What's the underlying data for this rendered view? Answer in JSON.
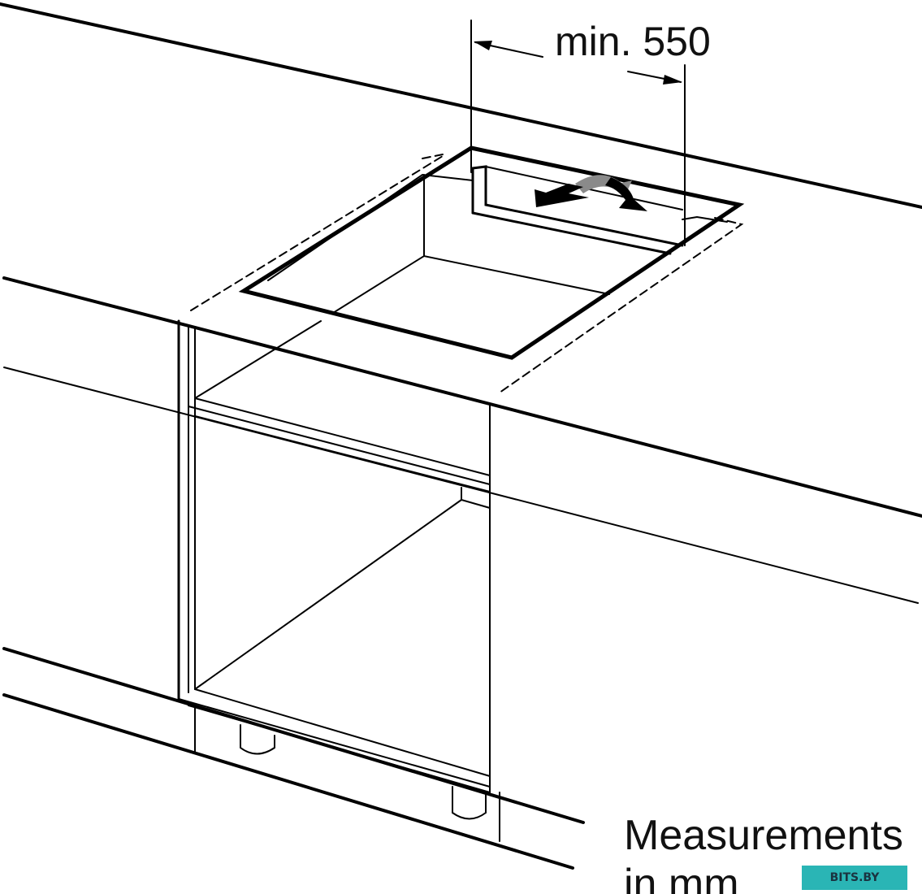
{
  "dimension_label": "min. 550",
  "measurements_note": "Measurements\nin mm",
  "watermark": "BITS.BY",
  "colors": {
    "line": "#000000",
    "arrow_back": "#8a8a8a",
    "watermark_bg": "#2ab5b5"
  }
}
